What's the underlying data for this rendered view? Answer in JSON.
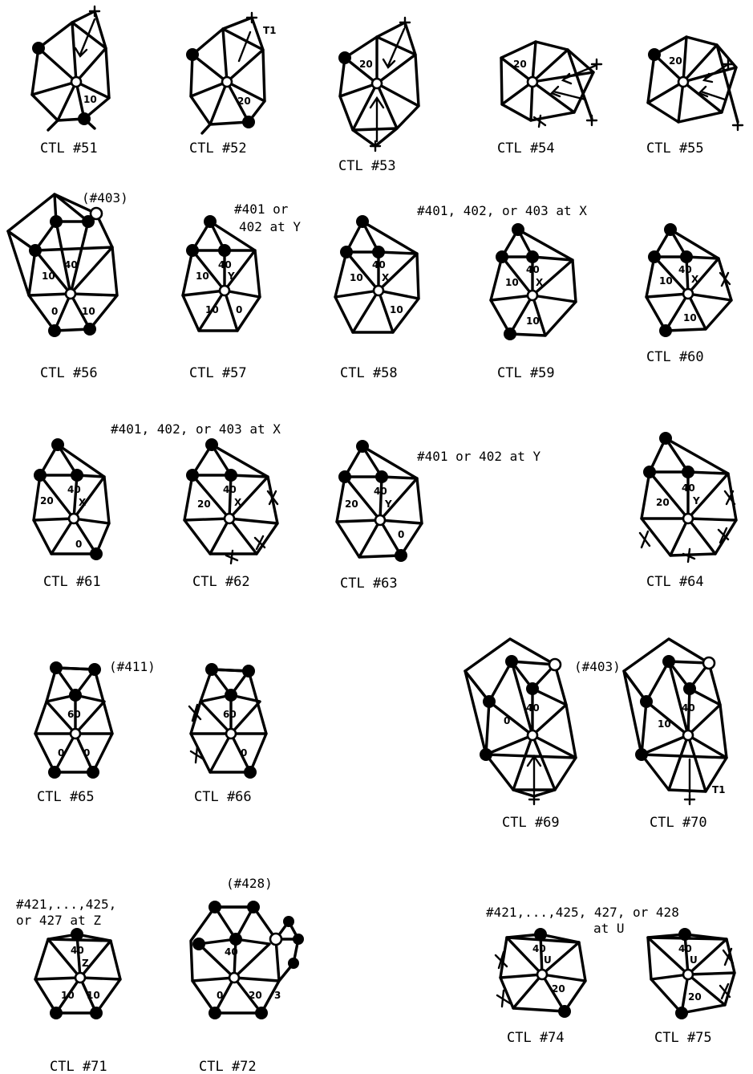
{
  "figures": [
    {
      "caption": "CTL #51",
      "labels": [
        "10"
      ],
      "note": ""
    },
    {
      "caption": "CTL #52",
      "labels": [
        "20",
        "T1"
      ],
      "note": ""
    },
    {
      "caption": "CTL #53",
      "labels": [
        "20"
      ],
      "note": ""
    },
    {
      "caption": "CTL #54",
      "labels": [
        "20"
      ],
      "note": ""
    },
    {
      "caption": "CTL #55",
      "labels": [
        "20"
      ],
      "note": ""
    },
    {
      "caption": "CTL #56",
      "labels": [
        "40",
        "10",
        "0",
        "10"
      ],
      "note": "(#403)"
    },
    {
      "caption": "CTL #57",
      "labels": [
        "40",
        "Y",
        "10",
        "10",
        "0"
      ],
      "note": "#401 or\n402 at Y"
    },
    {
      "caption": "CTL #58",
      "labels": [
        "40",
        "X",
        "10",
        "10"
      ],
      "note": "#401, 402, or 403 at X"
    },
    {
      "caption": "CTL #59",
      "labels": [
        "40",
        "X",
        "10",
        "10"
      ],
      "note": ""
    },
    {
      "caption": "CTL #60",
      "labels": [
        "40",
        "X",
        "10",
        "10"
      ],
      "note": ""
    },
    {
      "caption": "CTL #61",
      "labels": [
        "40",
        "X",
        "20",
        "0"
      ],
      "note": "#401, 402, or 403 at X"
    },
    {
      "caption": "CTL #62",
      "labels": [
        "40",
        "X",
        "20"
      ],
      "note": ""
    },
    {
      "caption": "CTL #63",
      "labels": [
        "40",
        "Y",
        "20",
        "0"
      ],
      "note": "#401 or 402 at Y"
    },
    {
      "caption": "CTL #64",
      "labels": [
        "40",
        "Y",
        "20"
      ],
      "note": ""
    },
    {
      "caption": "CTL #65",
      "labels": [
        "60",
        "0",
        "0"
      ],
      "note": "(#411)"
    },
    {
      "caption": "CTL #66",
      "labels": [
        "60",
        "0"
      ],
      "note": ""
    },
    {
      "caption": "CTL #69",
      "labels": [
        "40",
        "0"
      ],
      "note": "(#403)"
    },
    {
      "caption": "CTL #70",
      "labels": [
        "40",
        "10",
        "T1"
      ],
      "note": ""
    },
    {
      "caption": "CTL #71",
      "labels": [
        "40",
        "Z",
        "10",
        "10"
      ],
      "note": "#421,...,425,\nor 427 at Z"
    },
    {
      "caption": "CTL #72",
      "labels": [
        "40",
        "0",
        "20",
        "3"
      ],
      "note": "(#428)"
    },
    {
      "caption": "CTL #74",
      "labels": [
        "40",
        "U",
        "20"
      ],
      "note": "#421,...,425, 427, or 428\nat U"
    },
    {
      "caption": "CTL #75",
      "labels": [
        "40",
        "U",
        "20"
      ],
      "note": ""
    }
  ]
}
